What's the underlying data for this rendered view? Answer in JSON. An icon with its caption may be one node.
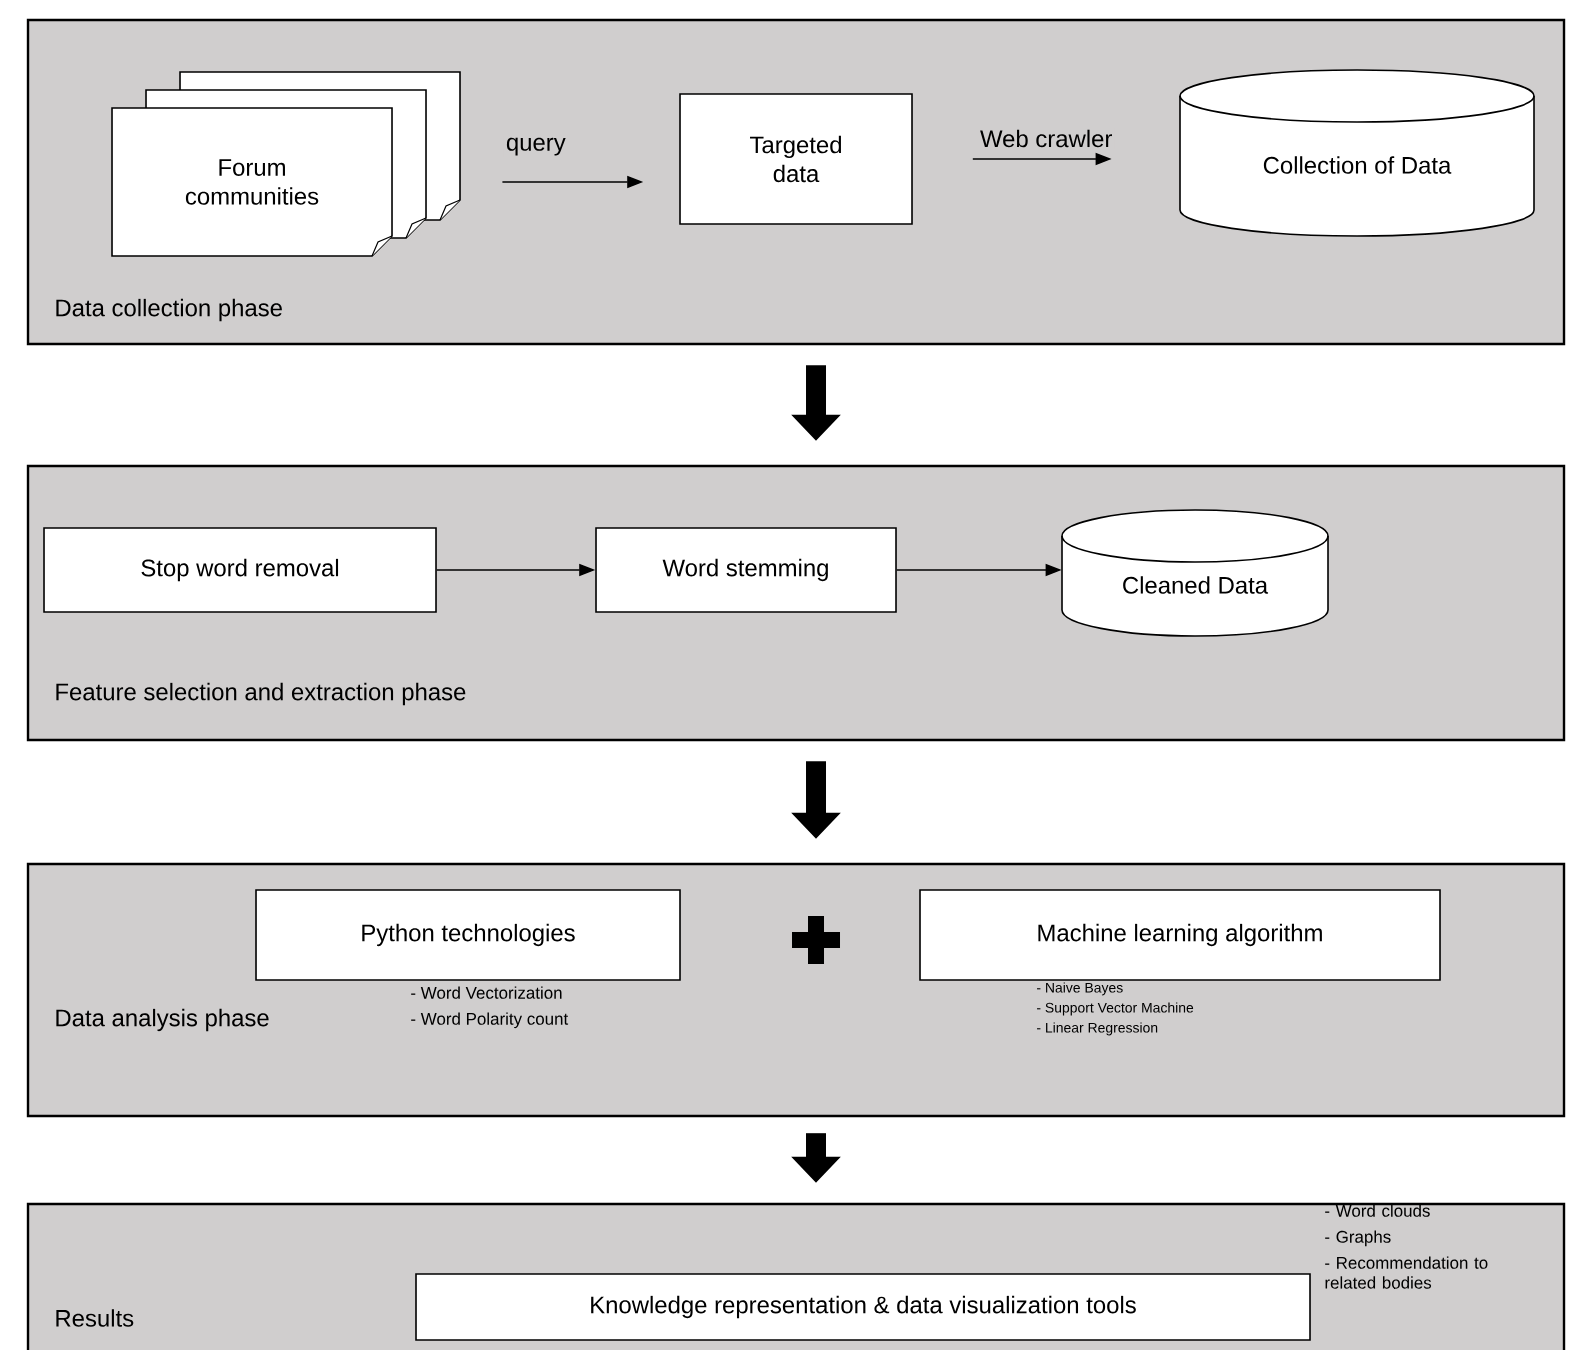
{
  "diagram": {
    "nodes": [
      {
        "text": [
          "Data collection phase"
        ]
      },
      {
        "text": [
          "Forum communities"
        ],
        "in": 0
      },
      {
        "text": [
          "Targeted data"
        ],
        "in": 0
      },
      {
        "text": [
          "Collection of Data"
        ],
        "in": 0
      },
      {
        "text": [
          "Feature selection and extraction phase"
        ]
      },
      {
        "text": [
          "Stop word removal"
        ],
        "in": 4
      },
      {
        "text": [
          "Word stemming"
        ],
        "in": 4
      },
      {
        "text": [
          "Cleaned Data"
        ],
        "in": 4
      },
      {
        "text": [
          "Data analysis phase"
        ]
      },
      {
        "text": [
          "Python technologies"
        ],
        "in": 8,
        "beside": [
          "- Word Vectorization",
          "- Word Polarity count"
        ]
      },
      {
        "text": [
          "Machine learning algorithm"
        ],
        "in": 8,
        "beside": [
          "- Naive Bayes",
          "- Support Vector Machine",
          "- Linear Regression"
        ]
      },
      {
        "text": [
          "Results"
        ]
      },
      {
        "text": [
          "Knowledge representation & data visualization tools"
        ],
        "in": 11,
        "beside": [
          "- Word clouds",
          "- Graphs",
          "- Recommendation to related bodies"
        ]
      }
    ],
    "edges": [
      {
        "from": 1,
        "to": 2,
        "arrow": "to",
        "label": "query"
      },
      {
        "from": 2,
        "to": 3,
        "arrow": "to",
        "label": "Web crawler"
      },
      {
        "from": 5,
        "to": 6,
        "arrow": "to"
      },
      {
        "from": 6,
        "to": 7,
        "arrow": "to"
      },
      {
        "from": 0,
        "to": 4,
        "arrow": "to",
        "style": "thick"
      },
      {
        "from": 4,
        "to": 8,
        "arrow": "to",
        "style": "thick"
      },
      {
        "from": 8,
        "to": 11,
        "arrow": "to",
        "style": "thick"
      }
    ]
  }
}
